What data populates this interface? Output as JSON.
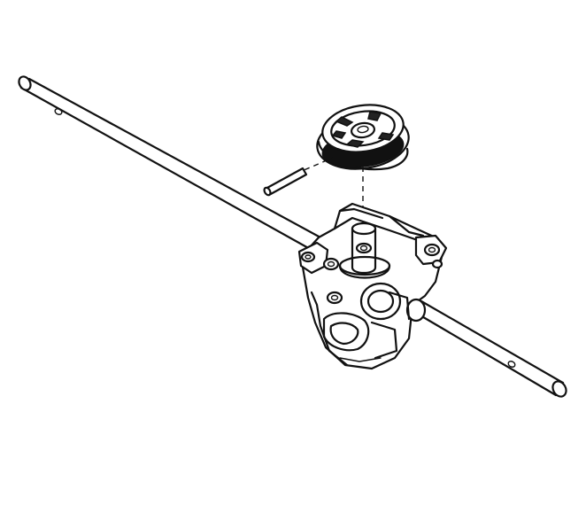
{
  "figure": {
    "kind": "exploded parts illustration",
    "style": "black line art on white",
    "colors": {
      "background": "#ffffff",
      "line": "#111111"
    },
    "parts": [
      {
        "id": "drive-axle",
        "icon": "long-shaft"
      },
      {
        "id": "gearbox-housing",
        "icon": "transmission-housing"
      },
      {
        "id": "drive-pulley",
        "icon": "v-belt-pulley"
      },
      {
        "id": "roll-pin",
        "icon": "small-pin"
      }
    ]
  }
}
